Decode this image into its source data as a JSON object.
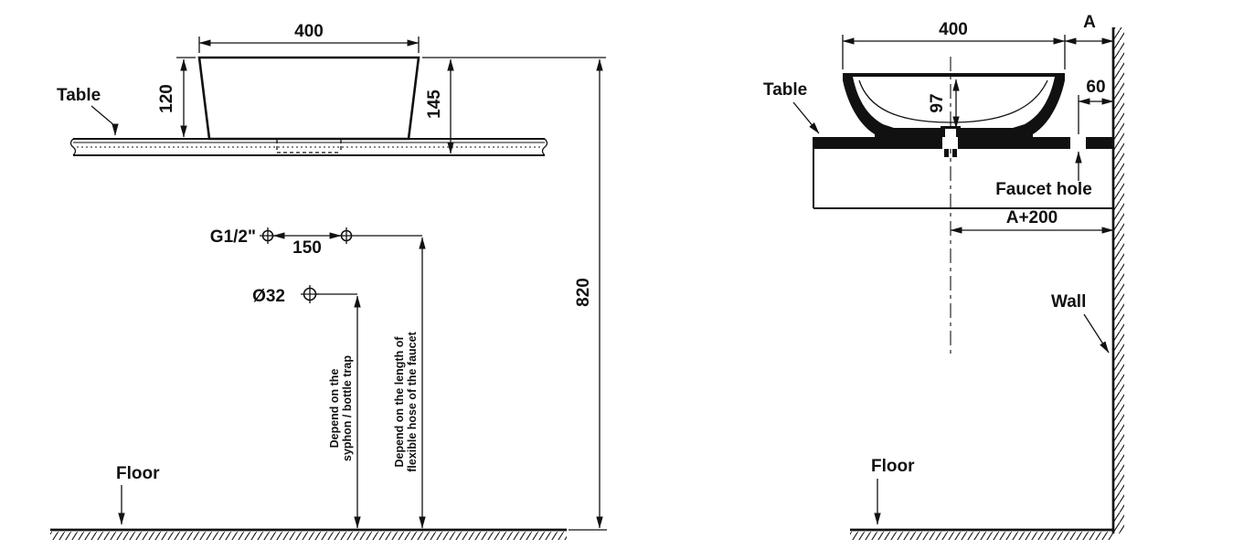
{
  "drawing": {
    "type": "technical-installation-diagram",
    "subject": "countertop wash basin installation, front and side views",
    "colors": {
      "ink": "#111111",
      "background": "#ffffff"
    }
  },
  "front": {
    "dim_400": "400",
    "dim_120": "120",
    "dim_145": "145",
    "dim_820": "820",
    "dim_150": "150",
    "label_table": "Table",
    "label_floor": "Floor",
    "label_g": "G1/2\"",
    "label_o32": "Ø32",
    "note_syphon_1": "Depend on the",
    "note_syphon_2": "syphon / bottle trap",
    "note_hose_1": "Depend on the length of",
    "note_hose_2": "flexible hose of the faucet"
  },
  "side": {
    "dim_400": "400",
    "dim_a": "A",
    "dim_97": "97",
    "dim_60": "60",
    "dim_a200": "A+200",
    "label_table": "Table",
    "label_floor": "Floor",
    "label_wall": "Wall",
    "label_faucet": "Faucet hole"
  }
}
